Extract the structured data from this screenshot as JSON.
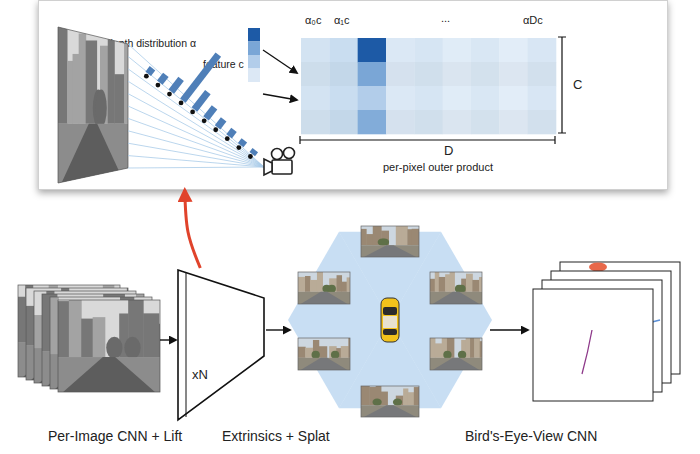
{
  "diagram": {
    "nodes": [
      {
        "text": [
          "depth distribution α",
          "feature c"
        ]
      },
      {
        "text": [
          "α₀c",
          "α₁c",
          "...",
          "αDc",
          "C",
          "D",
          "per-pixel outer product"
        ],
        "in": 0
      },
      {
        "text": [
          "Per-Image CNN + Lift"
        ]
      },
      {
        "text": [
          "xN"
        ]
      },
      {
        "text": [
          "Extrinsics + Splat"
        ]
      },
      {
        "text": [
          "Bird's-Eye-View CNN"
        ]
      }
    ],
    "edges": [
      {
        "from": 3,
        "to": 0,
        "arrow": "to"
      },
      {
        "from": 2,
        "to": 3,
        "arrow": "to"
      },
      {
        "from": 3,
        "to": 4,
        "arrow": "to"
      },
      {
        "from": 4,
        "to": 5,
        "arrow": "to"
      }
    ]
  }
}
